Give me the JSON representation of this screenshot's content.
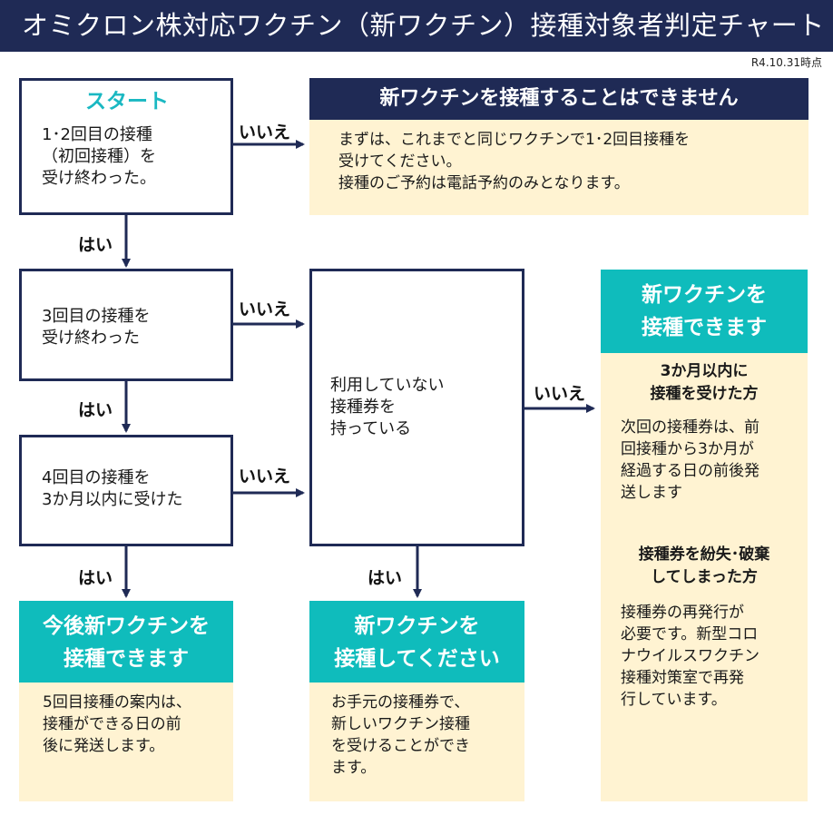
{
  "header": {
    "title": "オミクロン株対応ワクチン（新ワクチン）接種対象者判定チャート",
    "date": "R4.10.31時点"
  },
  "start_box": {
    "label": "スタート",
    "question": [
      "1･2回目の接種",
      "（初回接種）を",
      "受け終わった。"
    ]
  },
  "no_vaccine": {
    "heading": "新ワクチンを接種することはできません",
    "body": [
      "まずは、これまでと同じワクチンで1･2回目接種を",
      "受けてください。",
      "接種のご予約は電話予約のみとなります。"
    ]
  },
  "q3": {
    "text": [
      "3回目の接種を",
      "受け終わった"
    ]
  },
  "q4": {
    "text": [
      "4回目の接種を",
      "3か月以内に受けた"
    ]
  },
  "q_ticket": {
    "text": [
      "利用していない",
      "接種券を",
      "持っている"
    ]
  },
  "labels": {
    "yes": "はい",
    "no": "いいえ"
  },
  "result_future": {
    "heading": [
      "今後新ワクチンを",
      "接種できます"
    ],
    "body": [
      "5回目接種の案内は、",
      "接種ができる日の前",
      "後に発送します。"
    ]
  },
  "result_now": {
    "heading": [
      "新ワクチンを",
      "接種してください"
    ],
    "body": [
      "お手元の接種券で、",
      "新しいワクチン接種",
      "を受けることができ",
      "ます。"
    ]
  },
  "result_right": {
    "heading": [
      "新ワクチンを",
      "接種できます"
    ],
    "sub1": [
      "3か月以内に",
      "接種を受けた方"
    ],
    "body1": [
      "次回の接種券は、前",
      "回接種から3か月が",
      "経過する日の前後発",
      "送します"
    ],
    "sub2": [
      "接種券を紛失･破棄",
      "してしまった方"
    ],
    "body2": [
      "接種券の再発行が",
      "必要です。新型コロ",
      "ナウイルスワクチン",
      "接種対策室で再発",
      "行しています。"
    ]
  },
  "colors": {
    "navy": "#1f2a55",
    "teal": "#0fbcbc",
    "cream": "#fff3d2",
    "start_label": "#1ab8c2"
  }
}
